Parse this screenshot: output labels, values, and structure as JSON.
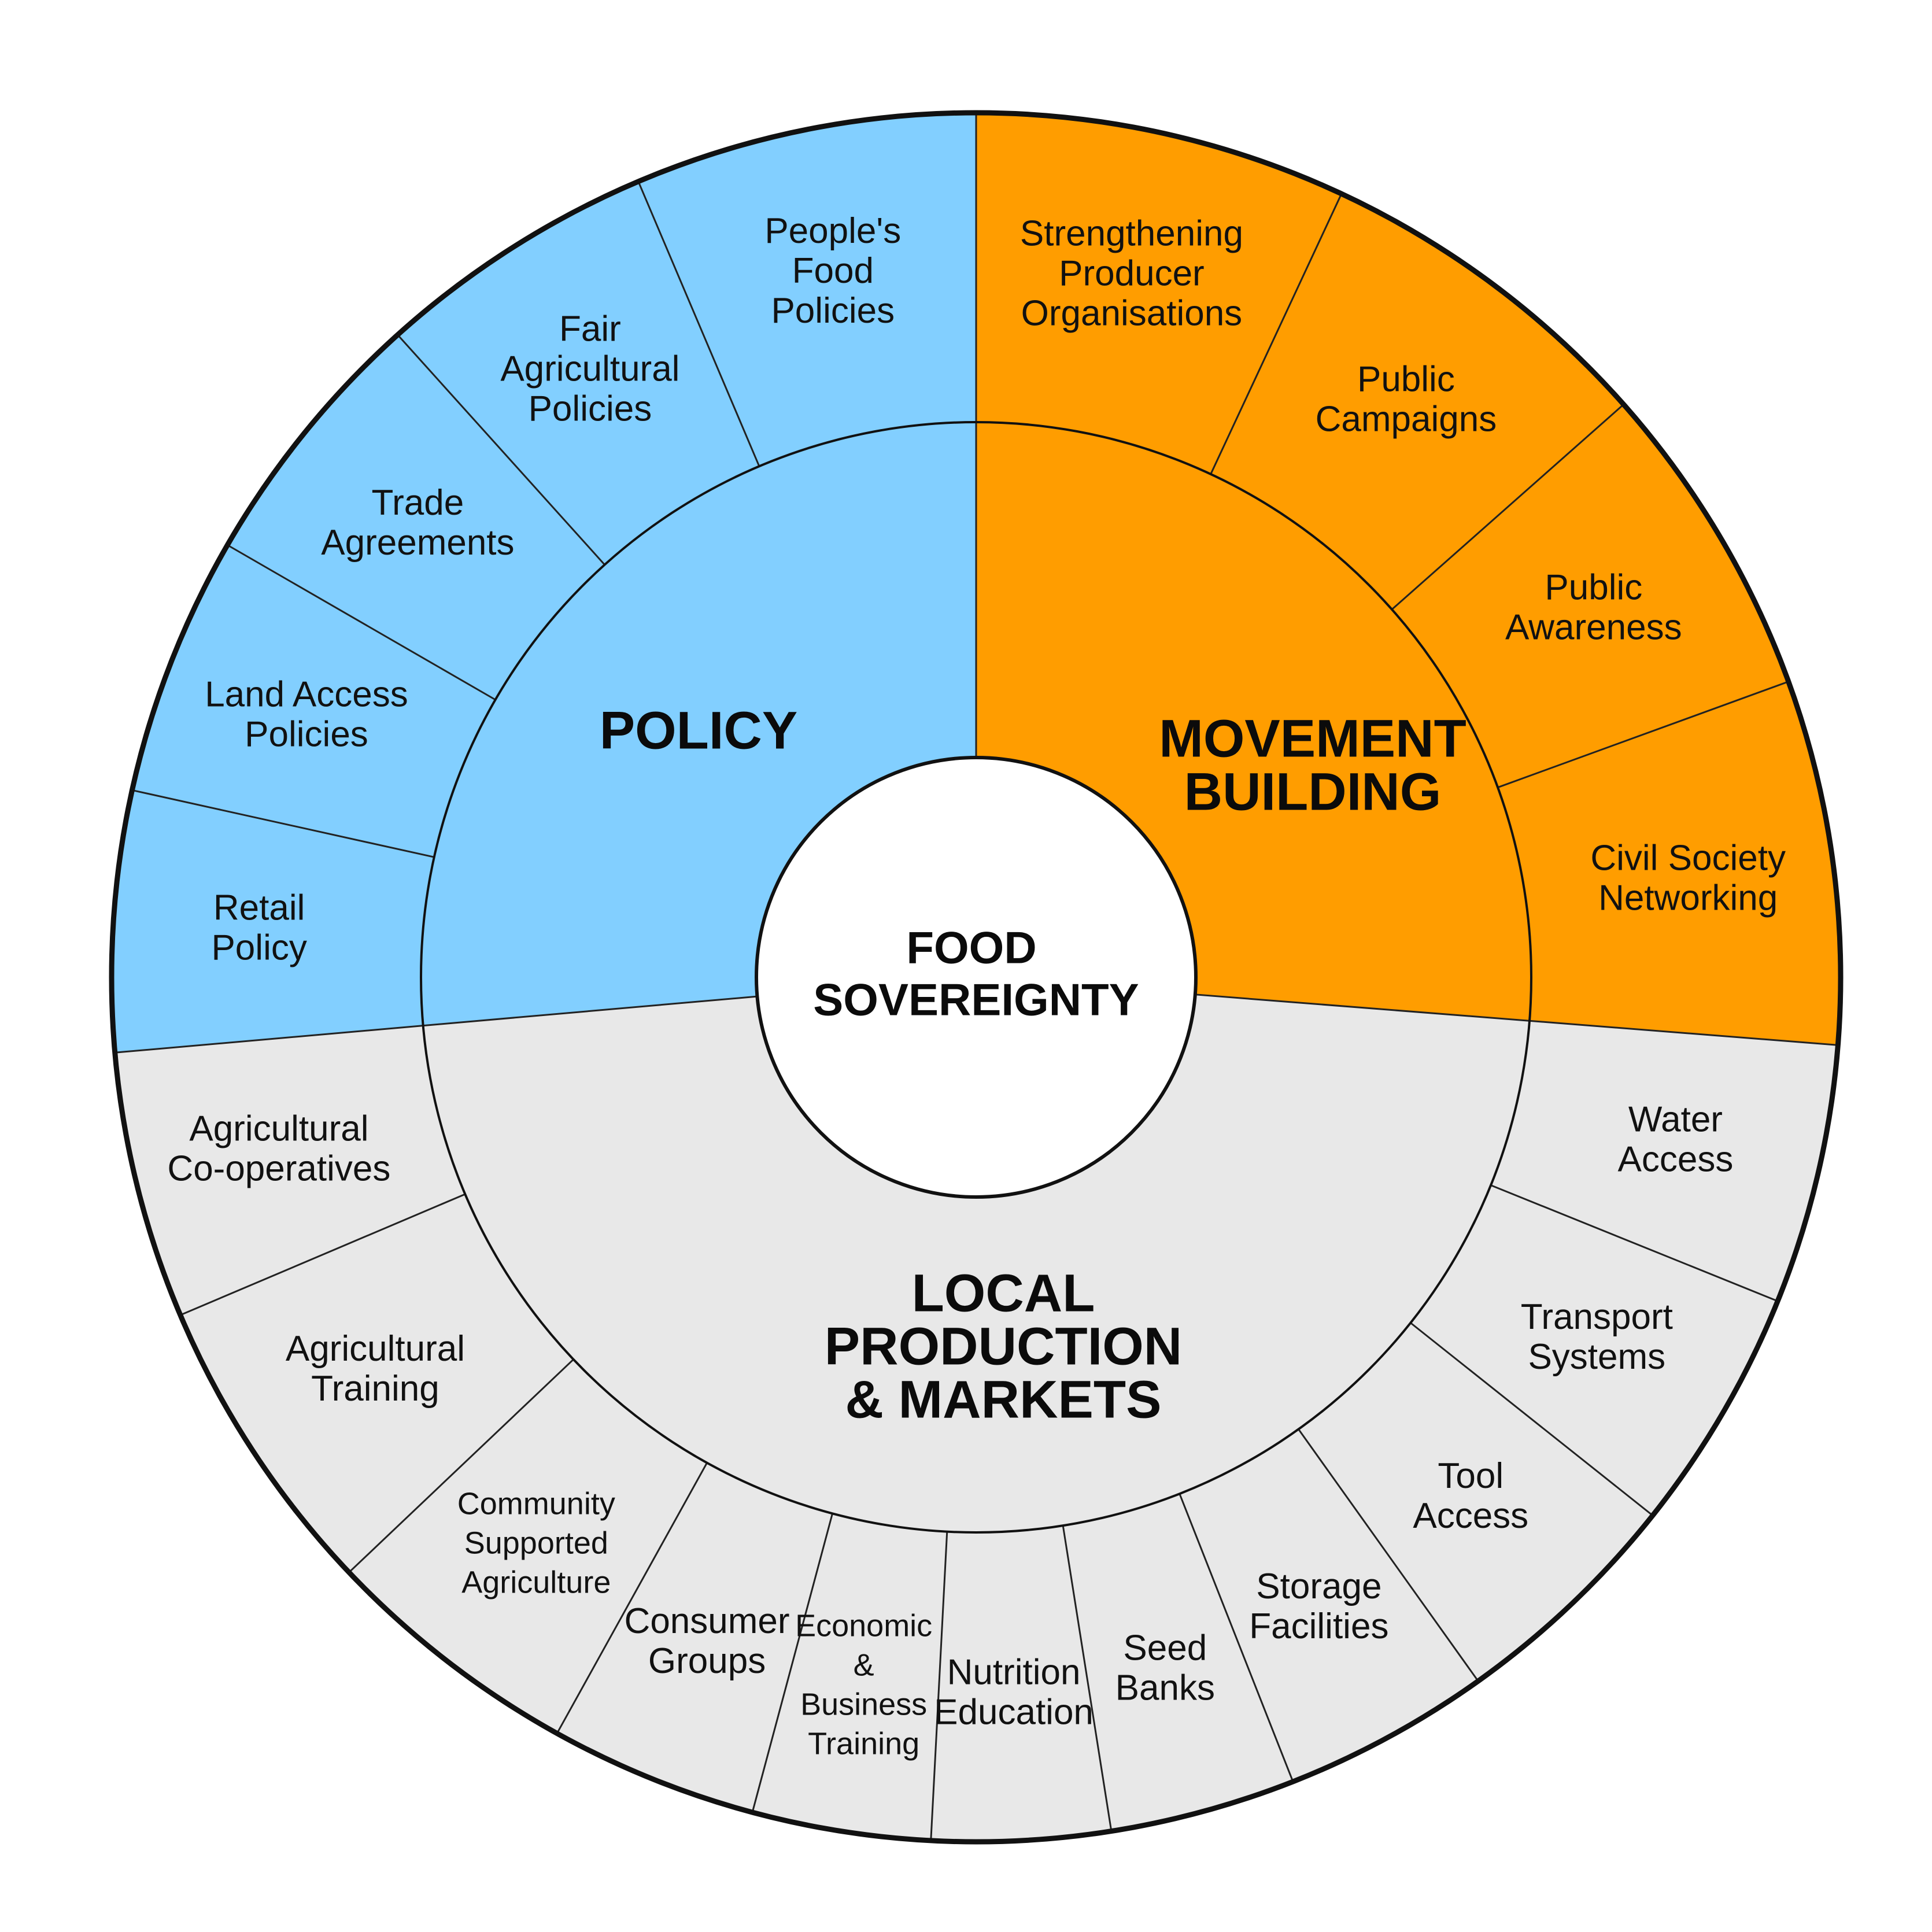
{
  "center": {
    "lines": [
      "FOOD",
      "SOVEREIGNTY"
    ],
    "color": "#ffffff"
  },
  "colors": {
    "policy": "#82cfff",
    "movement": "#ff9d00",
    "local": "#e8e8e8",
    "outline": "#111111"
  },
  "categories": [
    {
      "key": "policy",
      "lines": [
        "POLICY"
      ],
      "subs": [
        {
          "lines": [
            "Retail",
            "Policy"
          ]
        },
        {
          "lines": [
            "Land Access",
            "Policies"
          ]
        },
        {
          "lines": [
            "Trade",
            "Agreements"
          ]
        },
        {
          "lines": [
            "Fair",
            "Agricultural",
            "Policies"
          ]
        },
        {
          "lines": [
            "People's",
            "Food",
            "Policies"
          ]
        }
      ]
    },
    {
      "key": "movement",
      "lines": [
        "MOVEMENT",
        "BUILDING"
      ],
      "subs": [
        {
          "lines": [
            "Strengthening",
            "Producer",
            "Organisations"
          ]
        },
        {
          "lines": [
            "Public",
            "Campaigns"
          ]
        },
        {
          "lines": [
            "Public",
            "Awareness"
          ]
        },
        {
          "lines": [
            "Civil Society",
            "Networking"
          ]
        }
      ]
    },
    {
      "key": "local",
      "lines": [
        "LOCAL",
        "PRODUCTION",
        "& MARKETS"
      ],
      "subs": [
        {
          "lines": [
            "Water",
            "Access"
          ]
        },
        {
          "lines": [
            "Transport",
            "Systems"
          ]
        },
        {
          "lines": [
            "Tool",
            "Access"
          ]
        },
        {
          "lines": [
            "Storage",
            "Facilities"
          ]
        },
        {
          "lines": [
            "Seed",
            "Banks"
          ]
        },
        {
          "lines": [
            "Nutrition",
            "Education"
          ]
        },
        {
          "lines": [
            "Economic",
            "&",
            "Business",
            "Training"
          ]
        },
        {
          "lines": [
            "Consumer",
            "Groups"
          ]
        },
        {
          "lines": [
            "Community",
            "Supported",
            "Agriculture"
          ]
        },
        {
          "lines": [
            "Agricultural",
            "Training"
          ]
        },
        {
          "lines": [
            "Agricultural",
            "Co-operatives"
          ]
        }
      ]
    }
  ]
}
